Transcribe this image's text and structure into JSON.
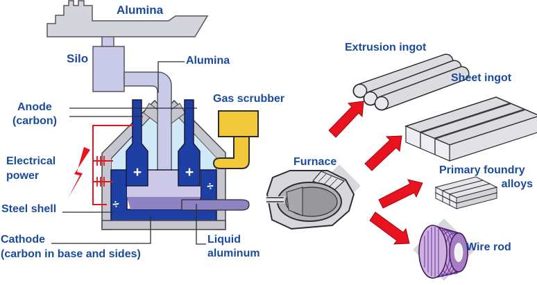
{
  "labels": {
    "ship_cargo": "Alumina",
    "silo": "Silo",
    "feed_pipe": "Alumina",
    "anode_line1": "Anode",
    "anode_line2": "(carbon)",
    "electrical_line1": "Electrical",
    "electrical_line2": "power",
    "steel_shell": "Steel shell",
    "cathode_line1": "Cathode",
    "cathode_line2": "(carbon in base and sides)",
    "gas_scrubber": "Gas scrubber",
    "furnace": "Furnace",
    "liquid_line1": "Liquid",
    "liquid_line2": "aluminum",
    "extrusion_ingot": "Extrusion ingot",
    "sheet_ingot": "Sheet ingot",
    "foundry_line1": "Primary foundry",
    "foundry_line2": "alloys",
    "wire_rod": "Wire rod"
  },
  "symbols": {
    "anode_polarity": "+",
    "cathode_polarity": "÷"
  },
  "colors": {
    "label_blue": "#1a4a9c",
    "electrode_blue": "#1e40a4",
    "gas_space_blue": "#cfe9f7",
    "bath_lavender": "#ccc8e8",
    "silo_lavender": "#c9c9e8",
    "liquid_purple": "#8f83c4",
    "shell_gray": "#c6c6ce",
    "metal_gray": "#dcdce0",
    "scrubber_yellow": "#f2c93a",
    "arrow_red": "#e8131f",
    "coil_purple": "#c39fda"
  }
}
